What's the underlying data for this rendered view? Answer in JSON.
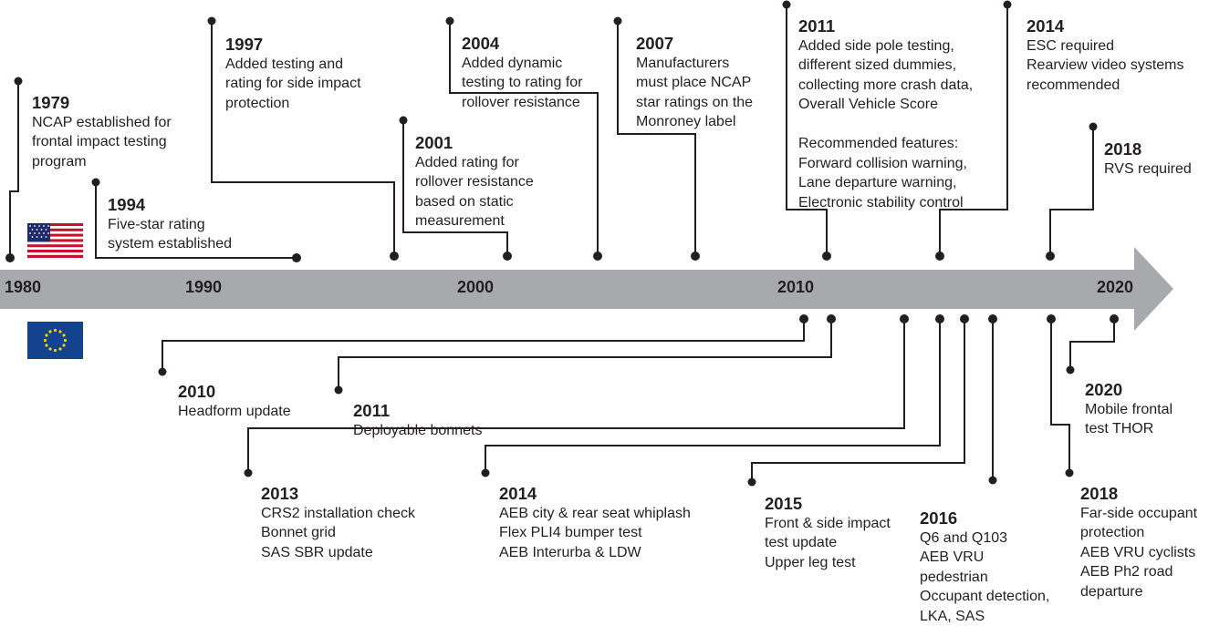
{
  "axis": {
    "ticks": [
      {
        "label": "1980",
        "year": 1980
      },
      {
        "label": "1990",
        "year": 1990
      },
      {
        "label": "2000",
        "year": 2000
      },
      {
        "label": "2010",
        "year": 2010
      },
      {
        "label": "2020",
        "year": 2020
      }
    ]
  },
  "regions": {
    "top": {
      "flag": "us-flag"
    },
    "bottom": {
      "flag": "eu-flag"
    }
  },
  "us_events": [
    {
      "year": "1979",
      "text": "NCAP established for\nfrontal impact testing\nprogram"
    },
    {
      "year": "1994",
      "text": "Five-star rating\nsystem established"
    },
    {
      "year": "1997",
      "text": "Added testing and\nrating for side impact\nprotection"
    },
    {
      "year": "2001",
      "text": "Added rating for\nrollover resistance\nbased on static\nmeasurement"
    },
    {
      "year": "2004",
      "text": "Added dynamic\ntesting to rating for\nrollover resistance"
    },
    {
      "year": "2007",
      "text": "Manufacturers\nmust place NCAP\nstar ratings on the\nMonroney label"
    },
    {
      "year": "2011",
      "text": "Added side pole testing,\ndifferent sized dummies,\ncollecting more crash data,\nOverall Vehicle Score\n\nRecommended features:\nForward collision warning,\nLane departure warning,\nElectronic stability control"
    },
    {
      "year": "2014",
      "text": "ESC required\nRearview video systems\nrecommended"
    },
    {
      "year": "2018",
      "text": "RVS required"
    }
  ],
  "eu_events": [
    {
      "year": "2010",
      "text": "Headform update"
    },
    {
      "year": "2011",
      "text": "Deployable bonnets"
    },
    {
      "year": "2013",
      "text": "CRS2 installation check\nBonnet grid\nSAS SBR update"
    },
    {
      "year": "2014",
      "text": "AEB city & rear seat whiplash\nFlex PLI4 bumper test\nAEB Interurba & LDW"
    },
    {
      "year": "2015",
      "text": "Front & side impact\ntest update\nUpper leg test"
    },
    {
      "year": "2016",
      "text": "Q6 and Q103\nAEB VRU\npedestrian\nOccupant detection,\nLKA, SAS"
    },
    {
      "year": "2018",
      "text": "Far-side occupant\nprotection\nAEB VRU cyclists\nAEB Ph2 road\ndeparture"
    },
    {
      "year": "2020",
      "text": "Mobile frontal\ntest THOR"
    }
  ],
  "colors": {
    "axis": "#a7a9ac",
    "ink": "#231f20",
    "us_red": "#c8102e",
    "us_blue": "#1f2a6b",
    "eu_blue": "#13438f",
    "eu_star": "#f5d000"
  }
}
